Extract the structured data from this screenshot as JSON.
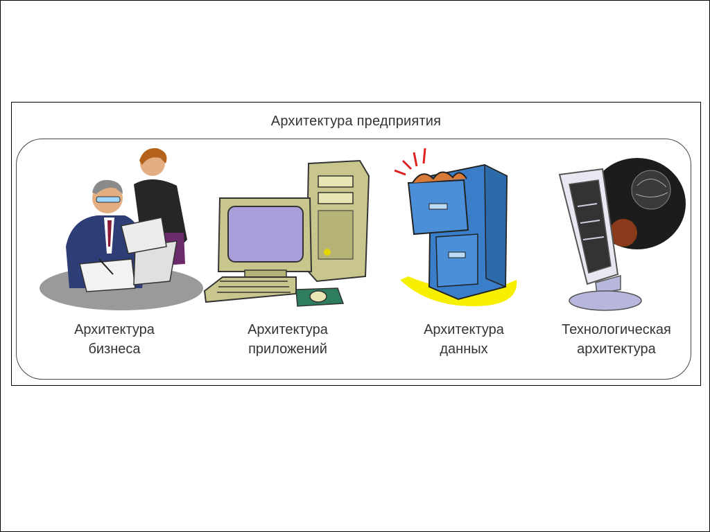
{
  "diagram": {
    "title": "Архитектура предприятия",
    "items": [
      {
        "icon": "business-people-icon",
        "line1": "Архитектура",
        "line2": "бизнеса"
      },
      {
        "icon": "computer-icon",
        "line1": "Архитектура",
        "line2": "приложений"
      },
      {
        "icon": "filing-cabinet-icon",
        "line1": "Архитектура",
        "line2": "данных"
      },
      {
        "icon": "monitor-technology-icon",
        "line1": "Технологическая",
        "line2": "архитектура"
      }
    ]
  }
}
